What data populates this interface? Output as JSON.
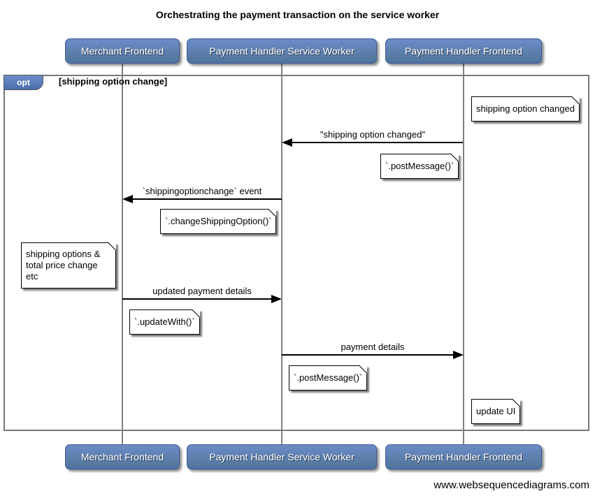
{
  "title": "Orchestrating the payment transaction on the service worker",
  "footer": "www.websequencediagrams.com",
  "actors": [
    {
      "label": "Merchant Frontend"
    },
    {
      "label": "Payment Handler Service Worker"
    },
    {
      "label": "Payment Handler Frontend"
    }
  ],
  "fragment": {
    "operator": "opt",
    "guard": "[shipping option change]"
  },
  "messages": [
    {
      "label": "\"shipping option changed\"",
      "from": "Payment Handler Frontend",
      "to": "Payment Handler Service Worker"
    },
    {
      "label": "`shippingoptionchange` event",
      "from": "Payment Handler Service Worker",
      "to": "Merchant Frontend"
    },
    {
      "label": "updated payment details",
      "from": "Merchant Frontend",
      "to": "Payment Handler Service Worker"
    },
    {
      "label": "payment details",
      "from": "Payment Handler Service Worker",
      "to": "Payment Handler Frontend"
    }
  ],
  "notes": [
    {
      "text": "shipping option changed",
      "anchor": "Payment Handler Frontend"
    },
    {
      "text": "`.postMessage()`",
      "anchor": "Payment Handler Frontend"
    },
    {
      "text": "`.changeShippingOption()`",
      "anchor": "Payment Handler Service Worker"
    },
    {
      "text": "shipping options &\ntotal price change etc",
      "anchor": "Merchant Frontend"
    },
    {
      "text": "`.updateWith()`",
      "anchor": "Merchant Frontend"
    },
    {
      "text": "`.postMessage()`",
      "anchor": "Payment Handler Service Worker"
    },
    {
      "text": "update UI",
      "anchor": "Payment Handler Frontend"
    }
  ],
  "colors": {
    "actor_fill": "#5579bd",
    "actor_border": "#3d5c95",
    "actor_text": "#ffffff",
    "frame_border": "#787878",
    "lifeline": "#808080",
    "note_fill": "#ffffff",
    "note_border": "#000000",
    "arrow": "#000000"
  }
}
